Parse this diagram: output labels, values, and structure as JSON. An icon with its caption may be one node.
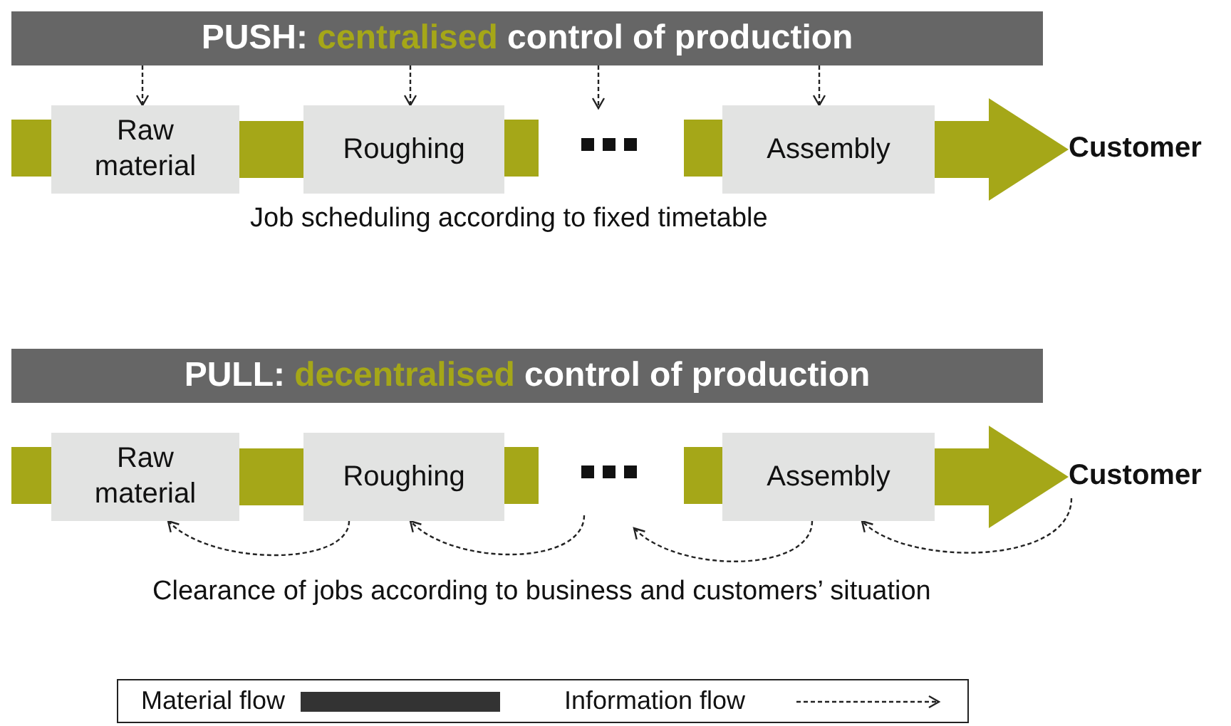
{
  "diagram": {
    "nodes": [
      {
        "text": [
          "PUSH: *centralised* control of production"
        ]
      },
      {
        "text": [
          "Raw material"
        ]
      },
      {
        "text": [
          "Roughing"
        ]
      },
      {
        "text": [
          "Assembly"
        ]
      },
      {
        "text": [
          "Customer"
        ]
      },
      {
        "text": [
          "PULL: *decentralised* control of production"
        ]
      },
      {
        "text": [
          "Raw material"
        ]
      },
      {
        "text": [
          "Roughing"
        ]
      },
      {
        "text": [
          "Assembly"
        ]
      },
      {
        "text": [
          "Customer"
        ]
      }
    ],
    "edges": [
      {
        "from": 0,
        "to": 1,
        "arrow": "to",
        "style": "dashed"
      },
      {
        "from": 0,
        "to": 2,
        "arrow": "to",
        "style": "dashed"
      },
      {
        "from": 0,
        "to": null,
        "arrow": "to",
        "style": "dashed"
      },
      {
        "from": 0,
        "to": 3,
        "arrow": "to",
        "style": "dashed"
      },
      {
        "from": 1,
        "to": 2,
        "arrow": "none",
        "style": "thick",
        "color": "#a5a718"
      },
      {
        "from": 3,
        "to": 4,
        "arrow": "to",
        "style": "thick",
        "color": "#a5a718"
      },
      {
        "from": 6,
        "to": 7,
        "arrow": "none",
        "style": "thick",
        "color": "#a5a718"
      },
      {
        "from": 8,
        "to": 9,
        "arrow": "to",
        "style": "thick",
        "color": "#a5a718"
      },
      {
        "from": 7,
        "to": 6,
        "arrow": "to",
        "style": "dashed"
      },
      {
        "from": null,
        "to": 7,
        "arrow": "to",
        "style": "dashed"
      },
      {
        "from": 8,
        "to": null,
        "arrow": "to",
        "style": "dashed"
      },
      {
        "from": 9,
        "to": 8,
        "arrow": "to",
        "style": "dashed"
      }
    ],
    "labels": [
      "Job scheduling according to fixed timetable",
      "Clearance of jobs according to business and customers’ situation"
    ],
    "legend": [
      {
        "text": "Material flow",
        "color": "#333333"
      },
      {
        "text": "Information flow"
      }
    ]
  }
}
